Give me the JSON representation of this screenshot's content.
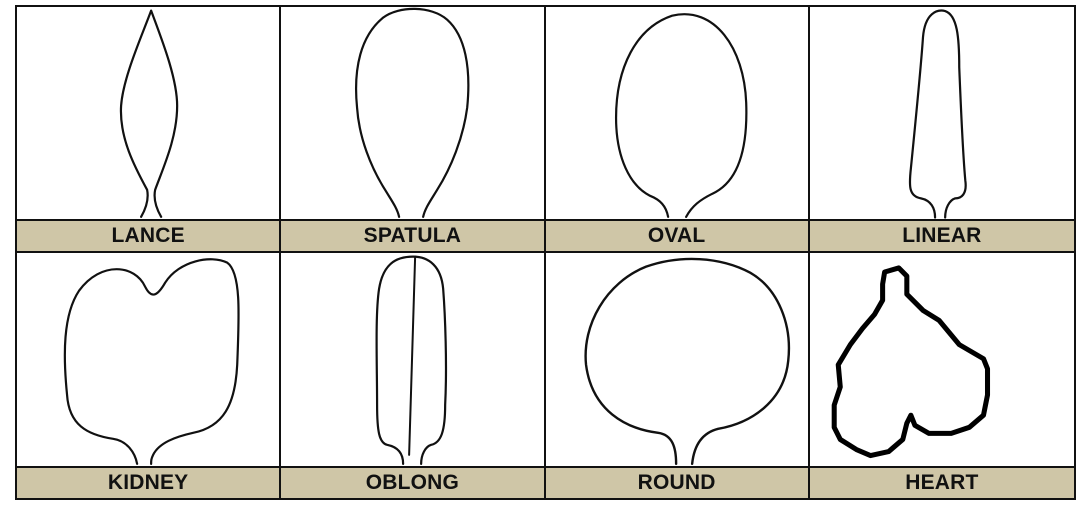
{
  "diagram": {
    "label_bg_color": "#cfc6a7",
    "shapes": [
      {
        "label": "LANCE",
        "icon": "lance-leaf-icon"
      },
      {
        "label": "SPATULA",
        "icon": "spatula-leaf-icon"
      },
      {
        "label": "OVAL",
        "icon": "oval-leaf-icon"
      },
      {
        "label": "LINEAR",
        "icon": "linear-leaf-icon"
      },
      {
        "label": "KIDNEY",
        "icon": "kidney-leaf-icon"
      },
      {
        "label": "OBLONG",
        "icon": "oblong-leaf-icon"
      },
      {
        "label": "ROUND",
        "icon": "round-leaf-icon"
      },
      {
        "label": "HEART",
        "icon": "heart-leaf-icon"
      }
    ]
  }
}
